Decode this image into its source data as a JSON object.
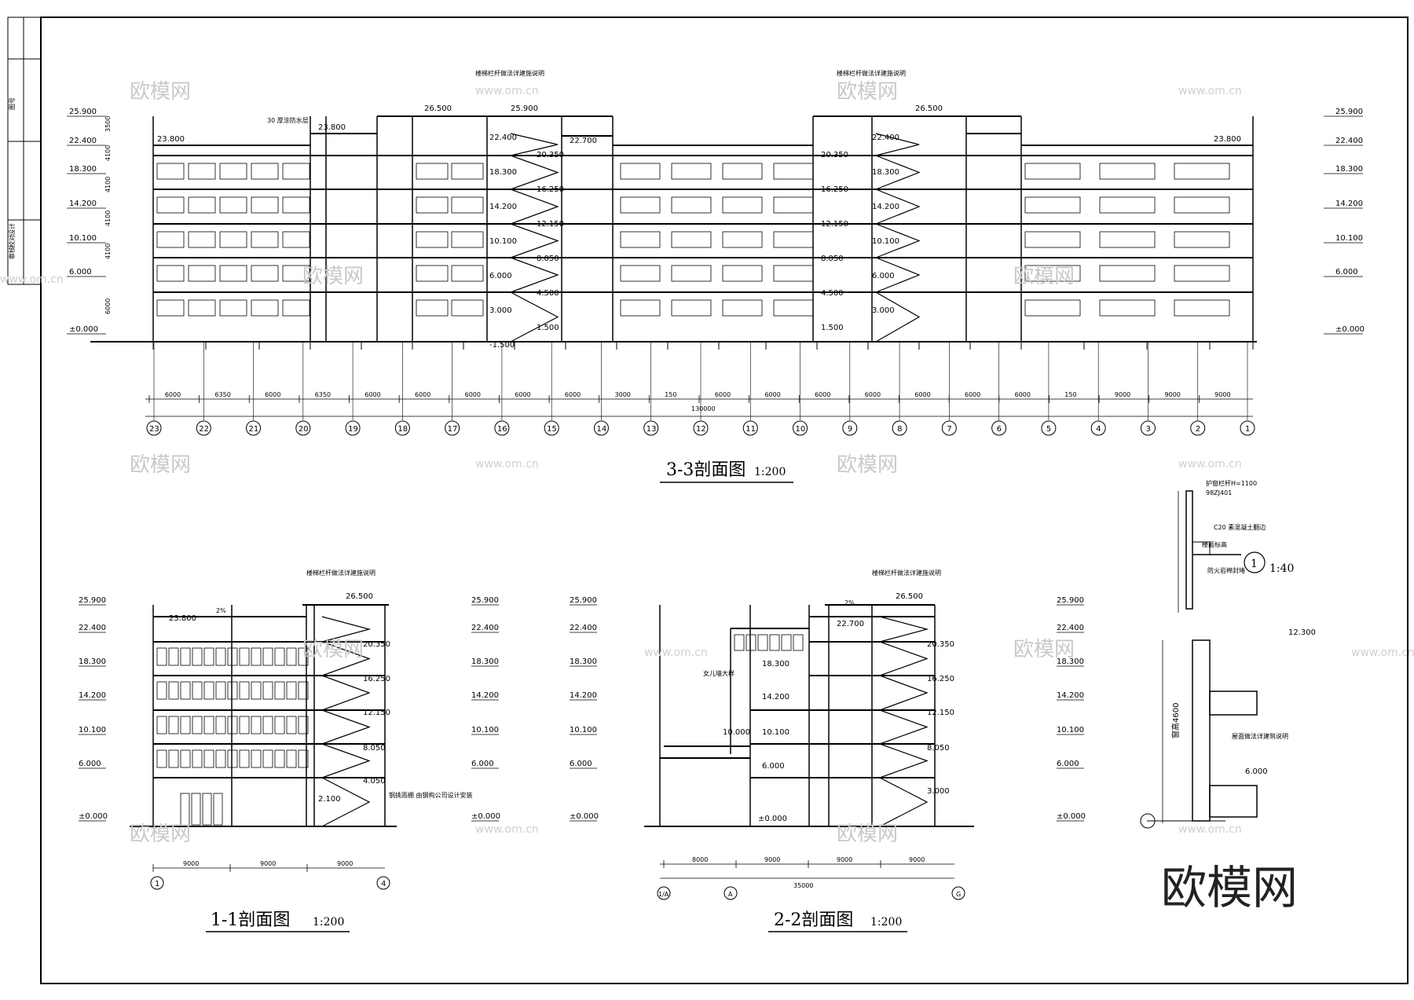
{
  "sheet": {
    "title_block_labels": [
      "图号",
      "设计",
      "校对",
      "审核"
    ]
  },
  "section_33": {
    "title": "3-3剖面图",
    "scale": "1:200",
    "note_left": "楼梯栏杆做法详建施说明",
    "note_right": "楼梯栏杆做法详建施说明",
    "roof_note": "30 厚涂防水层",
    "elev_left": [
      "25.900",
      "22.400",
      "18.300",
      "14.200",
      "10.100",
      "6.000",
      "±0.000"
    ],
    "elev_right": [
      "25.900",
      "22.400",
      "18.300",
      "14.200",
      "10.100",
      "6.000",
      "±0.000"
    ],
    "roof_levels": [
      "23.800",
      "23.800",
      "26.500",
      "25.900",
      "22.700",
      "26.500",
      "23.800"
    ],
    "stair_levels_a": [
      "22.400",
      "20.350",
      "18.300",
      "16.250",
      "14.200",
      "12.150",
      "10.100",
      "8.050",
      "6.000",
      "4.500",
      "3.000",
      "1.500",
      "-1.500"
    ],
    "stair_levels_b": [
      "22.400",
      "20.350",
      "18.300",
      "16.250",
      "14.200",
      "12.150",
      "10.100",
      "8.050",
      "6.000",
      "4.500",
      "3.000",
      "1.500"
    ],
    "floor_heights": [
      "3500",
      "4100",
      "4100",
      "4100",
      "4100",
      "6000"
    ],
    "bays": [
      "6000",
      "6350",
      "6000",
      "6350",
      "6000",
      "6000",
      "6000",
      "6000",
      "6000",
      "3000",
      "150",
      "6000",
      "6000",
      "6000",
      "6000",
      "6000",
      "6000",
      "6000",
      "150",
      "9000",
      "9000",
      "9000"
    ],
    "total": "130000",
    "axes": [
      "23",
      "22",
      "21",
      "20",
      "19",
      "18",
      "17",
      "16",
      "15",
      "14",
      "13",
      "12",
      "11",
      "10",
      "9",
      "8",
      "7",
      "6",
      "5",
      "4",
      "3",
      "2",
      "1"
    ]
  },
  "section_11": {
    "title": "1-1剖面图",
    "scale": "1:200",
    "note": "楼梯栏杆做法详建施说明",
    "side_note": "钢挑雨棚 由钢构公司设计安装",
    "elev": [
      "25.900",
      "22.400",
      "18.300",
      "14.200",
      "10.100",
      "6.000",
      "±0.000"
    ],
    "levels": [
      "23.800",
      "26.500",
      "20.350",
      "16.250",
      "12.150",
      "8.050",
      "4.050",
      "2.100"
    ],
    "slope": "2%",
    "bays": [
      "9000",
      "9000",
      "9000"
    ],
    "axes": [
      "1",
      "4"
    ]
  },
  "section_22": {
    "title": "2-2剖面图",
    "scale": "1:200",
    "note": "楼梯栏杆做法详建施说明",
    "parapet_note": "女儿墙大样",
    "elev": [
      "25.900",
      "22.400",
      "18.300",
      "14.200",
      "10.100",
      "6.000",
      "±0.000"
    ],
    "levels": [
      "26.500",
      "22.700",
      "18.300",
      "14.200",
      "10.000",
      "10.100",
      "6.000",
      "±0.000",
      "20.350",
      "16.250",
      "12.150",
      "8.050",
      "3.000"
    ],
    "slope": "2%",
    "bays": [
      "8000",
      "9000",
      "9000",
      "9000"
    ],
    "total": "35000",
    "axes": [
      "1/A",
      "A",
      "G"
    ]
  },
  "detail_1": {
    "scale": "1:40",
    "marker": "1",
    "notes": [
      "护窗栏杆H=1100",
      "98ZJ401",
      "C20 素混凝土翻边",
      "楼面标高",
      "防火岩棉封堵"
    ],
    "level": "12.300",
    "level2": "6.000",
    "note2": "窗高4600",
    "note3": "屋面做法详建筑说明"
  },
  "watermark": {
    "brand": "欧模网",
    "url": "www.om.cn"
  }
}
